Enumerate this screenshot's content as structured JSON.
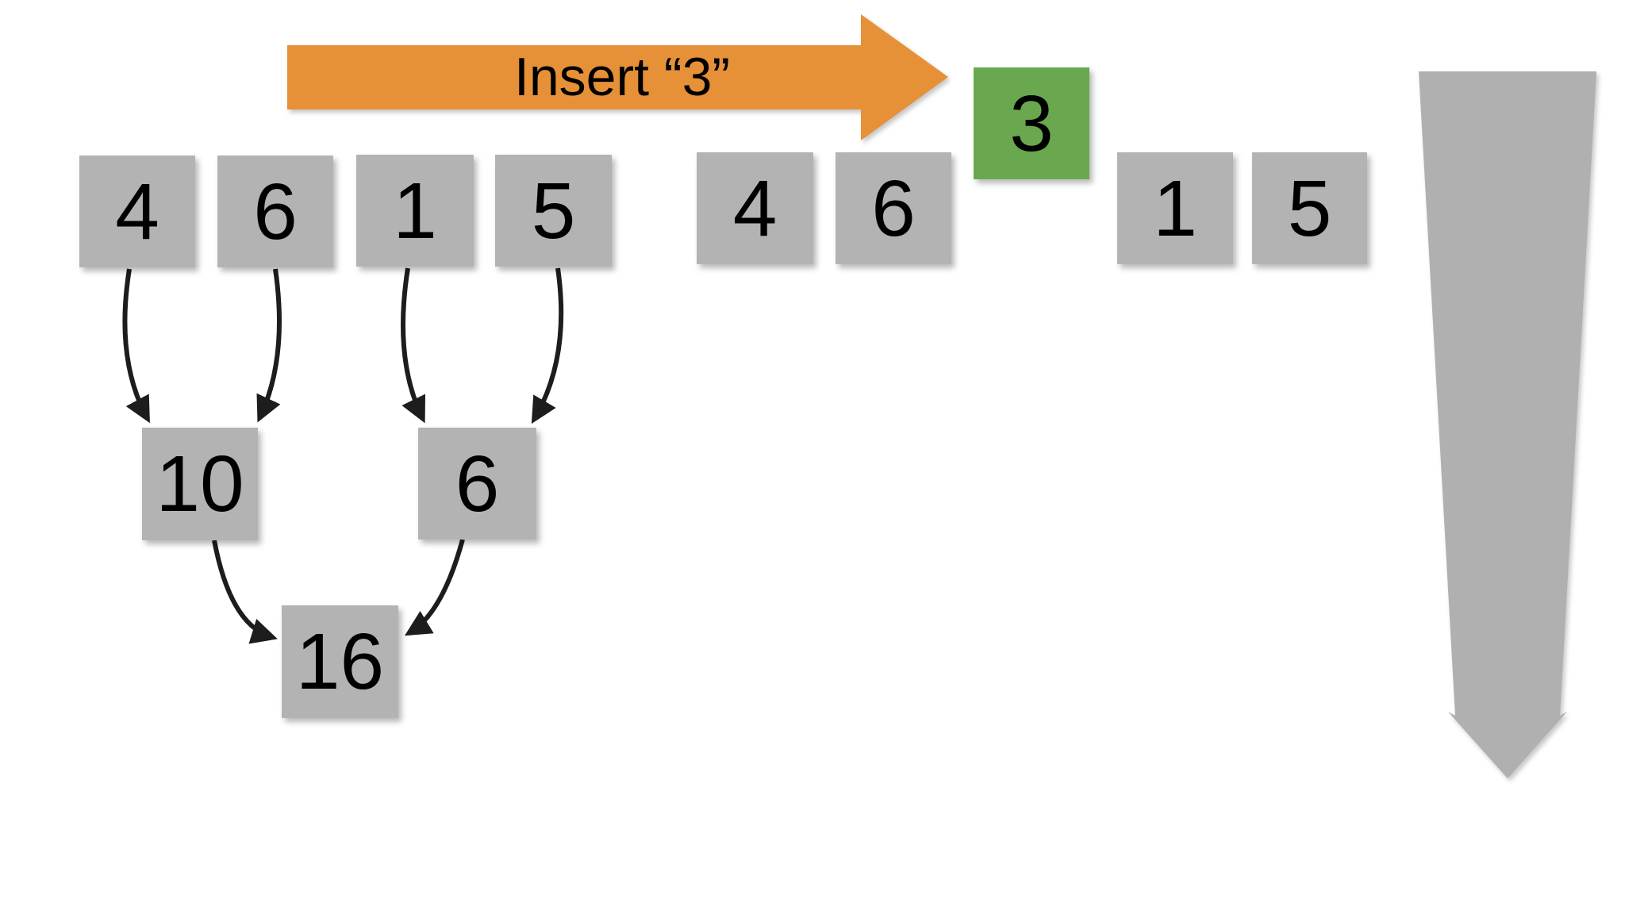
{
  "diagram": {
    "insert_arrow": {
      "label": "Insert “3”"
    },
    "left_tree": {
      "leaves": [
        "4",
        "6",
        "1",
        "5"
      ],
      "internal": [
        "10",
        "6"
      ],
      "root": "16"
    },
    "right_row": {
      "cells": [
        "4",
        "6",
        "1",
        "5"
      ],
      "inserted": "3"
    },
    "icons": {
      "insert_arrow": "right-arrow-shape",
      "progress_arrow": "down-arrow-shape",
      "connectors": "curved-black-arrows"
    },
    "colors": {
      "insert_arrow_orange": "#e69138",
      "inserted_green": "#6aa84f",
      "node_gray": "#b3b3b3",
      "down_arrow_gray": "#b0b0b0",
      "connector_black": "#1d1d1d",
      "background": "#ffffff",
      "text": "#000000"
    }
  }
}
